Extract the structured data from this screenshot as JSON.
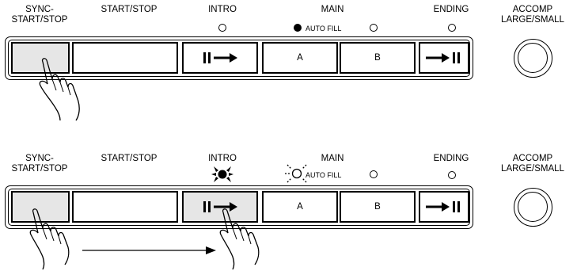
{
  "labels": {
    "sync_line1": "SYNC-",
    "sync_line2": "START/STOP",
    "start_stop": "START/STOP",
    "intro": "INTRO",
    "main": "MAIN",
    "auto_fill": "AUTO FILL",
    "ending": "ENDING",
    "accomp_line1": "ACCOMP",
    "accomp_line2": "LARGE/SMALL"
  },
  "buttons": {
    "a": "A",
    "b": "B"
  },
  "icons": {
    "intro": "bar-then-arrow-icon",
    "ending": "arrow-then-bar-icon",
    "finger": "pressing-finger-hand-icon",
    "flash": "flashing-led-rays-icon"
  },
  "states": {
    "top": {
      "intro_led": "off",
      "auto_fill_led": "on",
      "main_led": "off",
      "ending_led": "off",
      "pressed": "sync-start-stop"
    },
    "bottom": {
      "intro_led": "flashing-on",
      "auto_fill_led": "flashing-off",
      "main_led": "off",
      "ending_led": "off",
      "pressed": "sync-start-stop then intro"
    }
  },
  "colors": {
    "line": "#000000",
    "selected_button": "#e6e6e6",
    "background": "#ffffff"
  }
}
